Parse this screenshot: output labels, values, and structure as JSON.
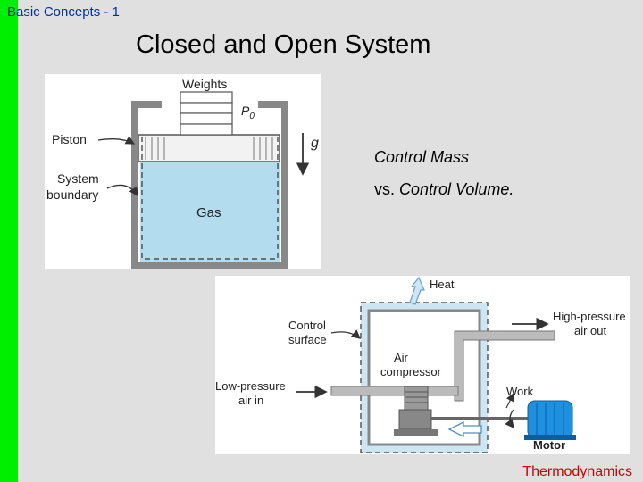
{
  "slide": {
    "header": "Basic Concepts - 1",
    "title": "Closed and Open System",
    "text_line1": "Control Mass",
    "text_line2_prefix": "vs. ",
    "text_line2_italic": "Control Volume.",
    "footer": "Thermodynamics"
  },
  "fig1": {
    "weights": "Weights",
    "p0": "P",
    "p0_sub": "0",
    "piston": "Piston",
    "system_line1": "System",
    "system_line2": "boundary",
    "gas": "Gas",
    "g": "g"
  },
  "fig2": {
    "heat": "Heat",
    "control_line1": "Control",
    "control_line2": "surface",
    "air_line1": "Air",
    "air_line2": "compressor",
    "hp_line1": "High-pressure",
    "hp_line2": "air out",
    "lp_line1": "Low-pressure",
    "lp_line2": "air in",
    "work": "Work",
    "motor": "Motor"
  },
  "colors": {
    "accent_bar": "#00ee00",
    "header_text": "#003399",
    "footer_text": "#cc0000",
    "gas_fill": "#b3dcef",
    "motor_fill": "#1e90e0"
  }
}
